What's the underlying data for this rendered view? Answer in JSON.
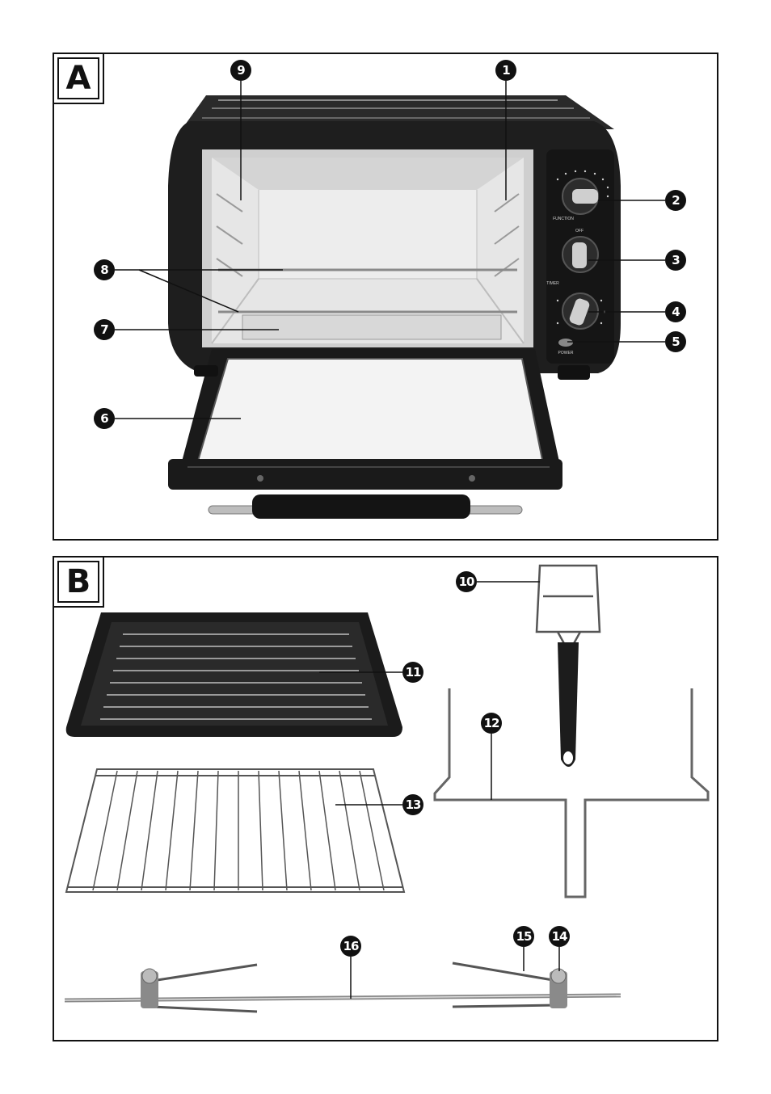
{
  "panels": {
    "a": {
      "label": "A"
    },
    "b": {
      "label": "B"
    }
  },
  "callouts": {
    "n1": "1",
    "n2": "2",
    "n3": "3",
    "n4": "4",
    "n5": "5",
    "n6": "6",
    "n7": "7",
    "n8": "8",
    "n9": "9",
    "n10": "10",
    "n11": "11",
    "n12": "12",
    "n13": "13",
    "n14": "14",
    "n15": "15",
    "n16": "16"
  },
  "oven_labels": {
    "function": "FUNCTION",
    "off": "OFF",
    "timer": "TIMER",
    "power": "POWER"
  }
}
